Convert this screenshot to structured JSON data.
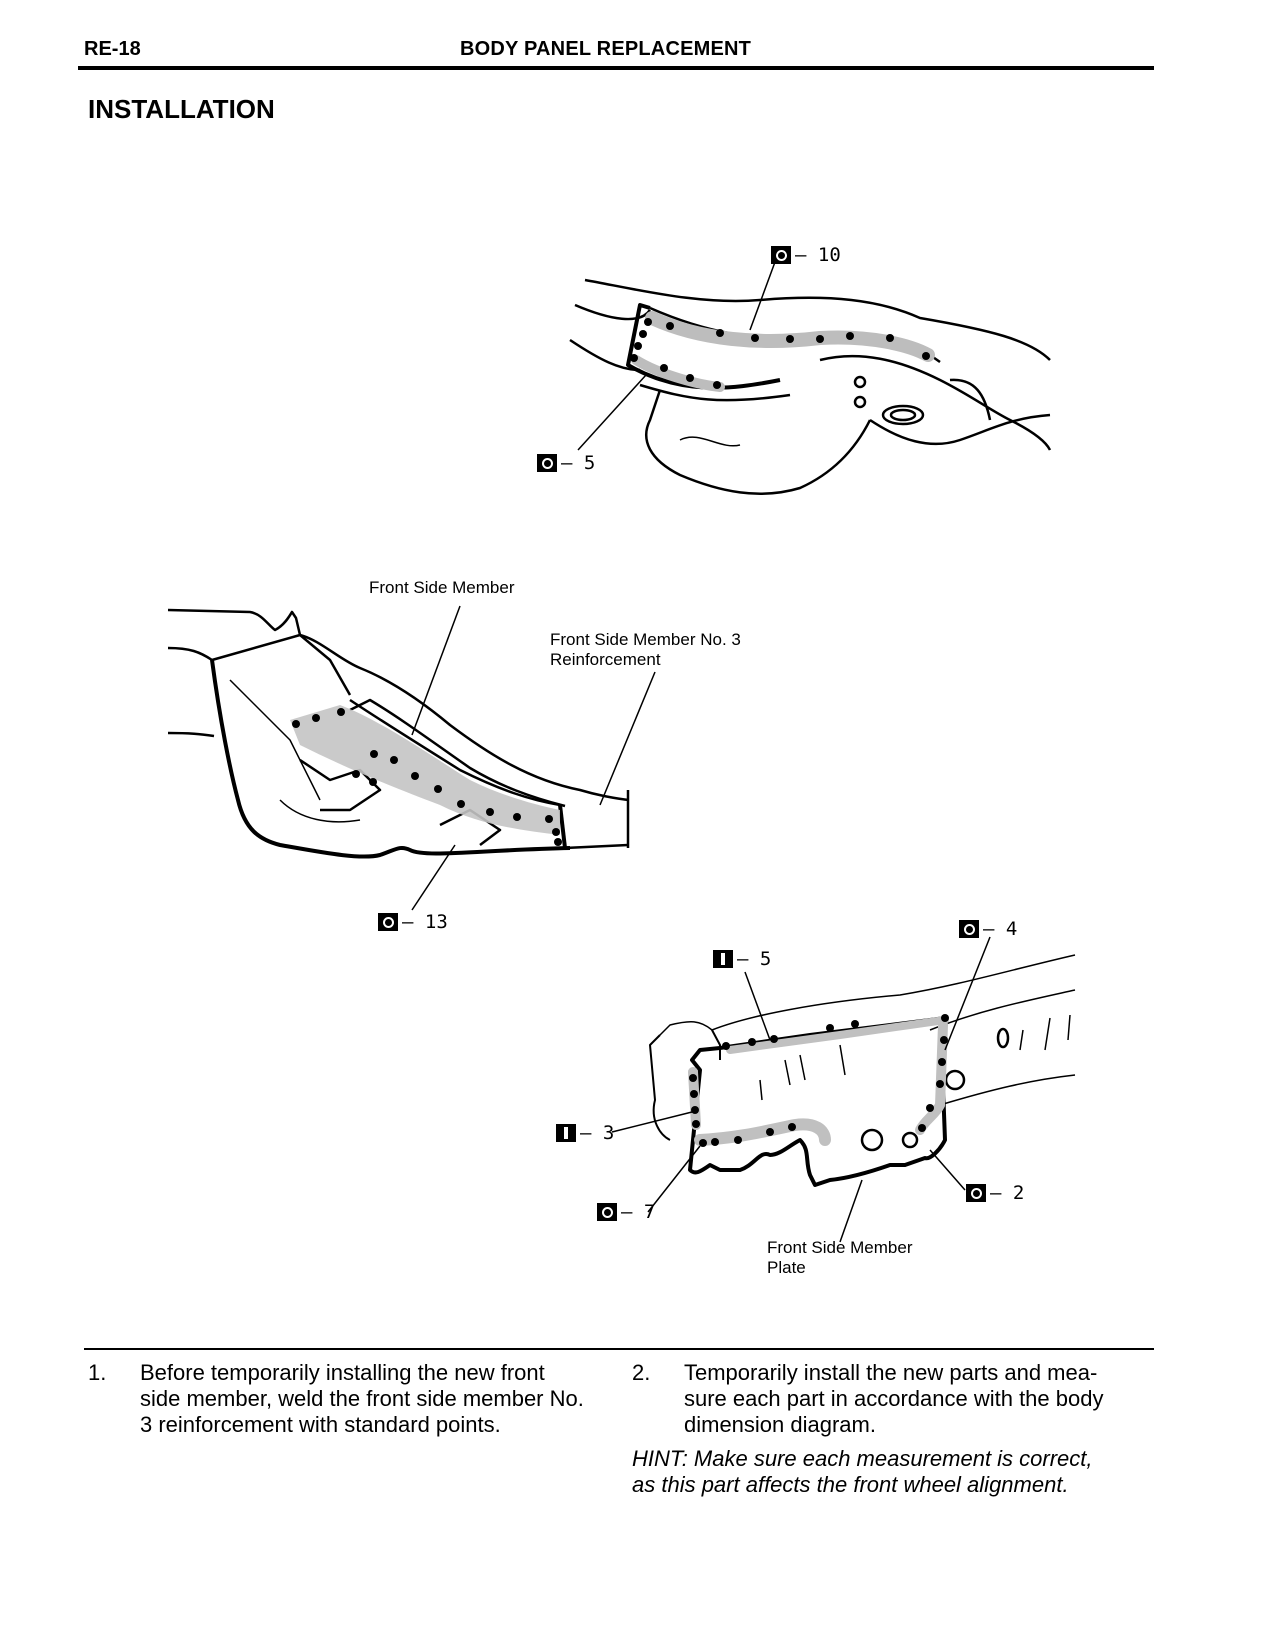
{
  "header": {
    "code": "RE-18",
    "title": "BODY PANEL REPLACEMENT"
  },
  "section_title": "INSTALLATION",
  "figure1": {
    "callouts": [
      {
        "type": "o",
        "text": "— 10"
      },
      {
        "type": "o",
        "text": "— 5"
      }
    ]
  },
  "figure2": {
    "labels": {
      "front_side_member": "Front Side Member",
      "reinforcement_line1": "Front Side Member No. 3",
      "reinforcement_line2": "Reinforcement"
    },
    "callouts": [
      {
        "type": "o",
        "text": "— 13"
      }
    ]
  },
  "figure3": {
    "labels": {
      "plate_line1": "Front Side Member",
      "plate_line2": "Plate"
    },
    "callouts": [
      {
        "type": "i",
        "text": "— 5"
      },
      {
        "type": "o",
        "text": "— 4"
      },
      {
        "type": "i",
        "text": "— 3"
      },
      {
        "type": "o",
        "text": "— 7"
      },
      {
        "type": "o",
        "text": "— 2"
      }
    ]
  },
  "steps": [
    {
      "num": "1.",
      "lines": [
        "Before temporarily installing the new front",
        "side member, weld the front side member No.",
        "3 reinforcement with standard points."
      ]
    },
    {
      "num": "2.",
      "lines": [
        "Temporarily install the new parts and mea-",
        "sure each part in accordance with the body",
        "dimension diagram."
      ]
    }
  ],
  "hint": [
    "HINT: Make sure each measurement is correct,",
    "as this part affects the front wheel alignment."
  ]
}
